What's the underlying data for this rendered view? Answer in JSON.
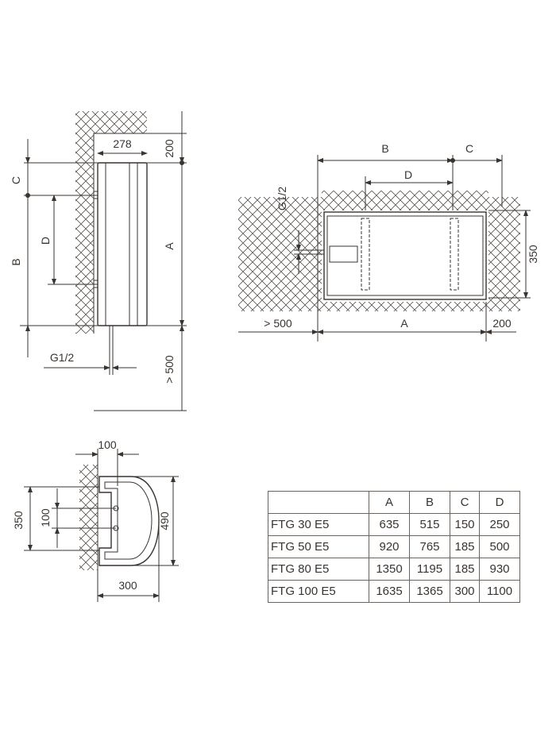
{
  "side_view": {
    "width_label": "278",
    "top_clearance": "200",
    "label_a": "A",
    "label_b": "B",
    "label_c": "C",
    "label_d": "D",
    "pipe_label": "G1/2",
    "bottom_clearance": "> 500"
  },
  "top_view": {
    "label_b": "B",
    "label_c": "C",
    "label_d": "D",
    "pipe_label": "G1/2",
    "height_label": "350",
    "left_clearance": "> 500",
    "label_a": "A",
    "right_clearance": "200"
  },
  "plan_view": {
    "depth_offset": "100",
    "height_outer": "350",
    "height_inner": "100",
    "height_total": "490",
    "depth": "300"
  },
  "table": {
    "headers": [
      "",
      "A",
      "B",
      "C",
      "D"
    ],
    "rows": [
      [
        "FTG 30 E5",
        "635",
        "515",
        "150",
        "250"
      ],
      [
        "FTG 50 E5",
        "920",
        "765",
        "185",
        "500"
      ],
      [
        "FTG 80 E5",
        "1350",
        "1195",
        "185",
        "930"
      ],
      [
        "FTG 100 E5",
        "1635",
        "1365",
        "300",
        "1100"
      ]
    ]
  }
}
